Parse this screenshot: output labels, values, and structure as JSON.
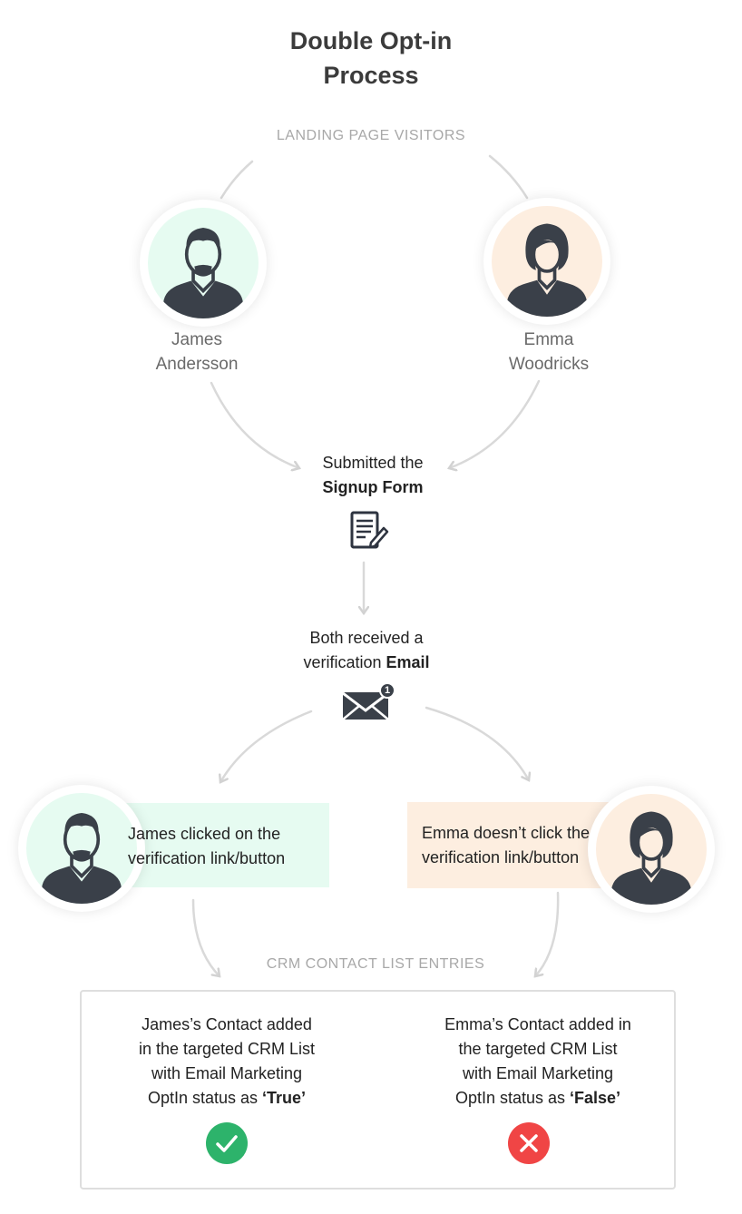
{
  "title_line1": "Double Opt-in",
  "title_line2": "Process",
  "visitors_label": "LANDING PAGE VISITORS",
  "people": {
    "james": {
      "first": "James",
      "last": "Andersson"
    },
    "emma": {
      "first": "Emma",
      "last": "Woodricks"
    }
  },
  "signup": {
    "line1": "Submitted the",
    "line2": "Signup Form"
  },
  "email": {
    "line1": "Both received a",
    "line2_prefix": "verification ",
    "line2_bold": "Email",
    "badge": "1"
  },
  "james_action": {
    "line1": "James clicked on the",
    "line2": "verification link/button"
  },
  "emma_action": {
    "line1": "Emma doesn’t click the",
    "line2": "verification link/button"
  },
  "crm_label": "CRM CONTACT LIST ENTRIES",
  "james_result": {
    "line1": "James’s Contact added",
    "line2": "in the targeted CRM List",
    "line3": "with Email Marketing",
    "line4_prefix": "OptIn status as ",
    "line4_bold": "‘True’"
  },
  "emma_result": {
    "line1": "Emma’s Contact added in",
    "line2": "the targeted CRM List",
    "line3": "with Email Marketing",
    "line4_prefix": "OptIn status as ",
    "line4_bold": "‘False’"
  },
  "colors": {
    "green_bg": "#e6fbf1",
    "peach_bg": "#fdeee0",
    "success": "#2db36b",
    "error": "#f04545",
    "icon_dark": "#3a4049"
  }
}
